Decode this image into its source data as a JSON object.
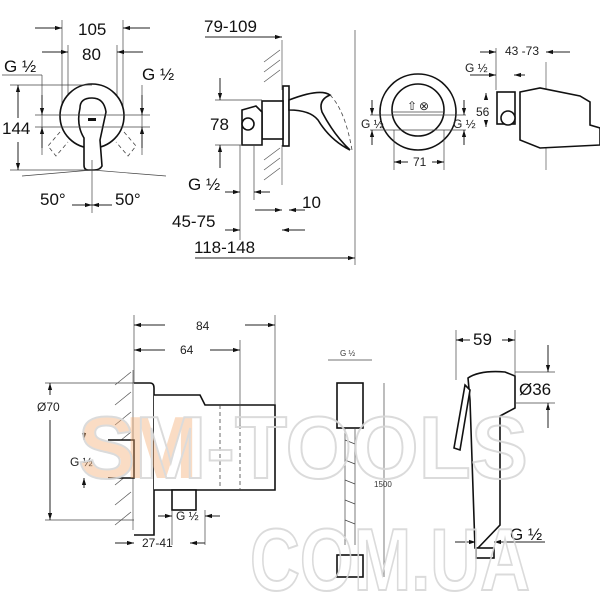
{
  "view_mixer_front": {
    "dim_width_outer": "105",
    "dim_width_inner": "80",
    "thread_left": "G ½",
    "thread_right": "G ½",
    "dim_height": "144",
    "angle_left": "50°",
    "angle_right": "50°"
  },
  "view_mixer_side": {
    "dim_depth_top": "79-109",
    "dim_height": "78",
    "thread": "G ½",
    "dim_wall": "45-75",
    "dim_plate": "10",
    "dim_total": "118-148"
  },
  "view_box_front": {
    "thread_left": "G ½",
    "thread_right": "G ½",
    "dim_width": "71"
  },
  "view_box_side": {
    "dim_depth": "43 -73",
    "thread": "G ½",
    "dim_height": "56"
  },
  "view_holder": {
    "dim_length": "84",
    "dim_inner": "64",
    "dim_diameter": "Ø70",
    "thread_wall": "G ½",
    "thread_outlet": "G ½",
    "dim_wall": "27-41"
  },
  "view_hose": {
    "thread": "G ½",
    "length": "1500"
  },
  "view_handshower": {
    "dim_width": "59",
    "dim_diameter": "Ø36",
    "thread": "G ½"
  },
  "watermark": {
    "line1": "SM-TOOLS",
    "line2": "COM.UA"
  },
  "colors": {
    "line": "#222222",
    "watermark_accent": "#f4aa6e"
  }
}
